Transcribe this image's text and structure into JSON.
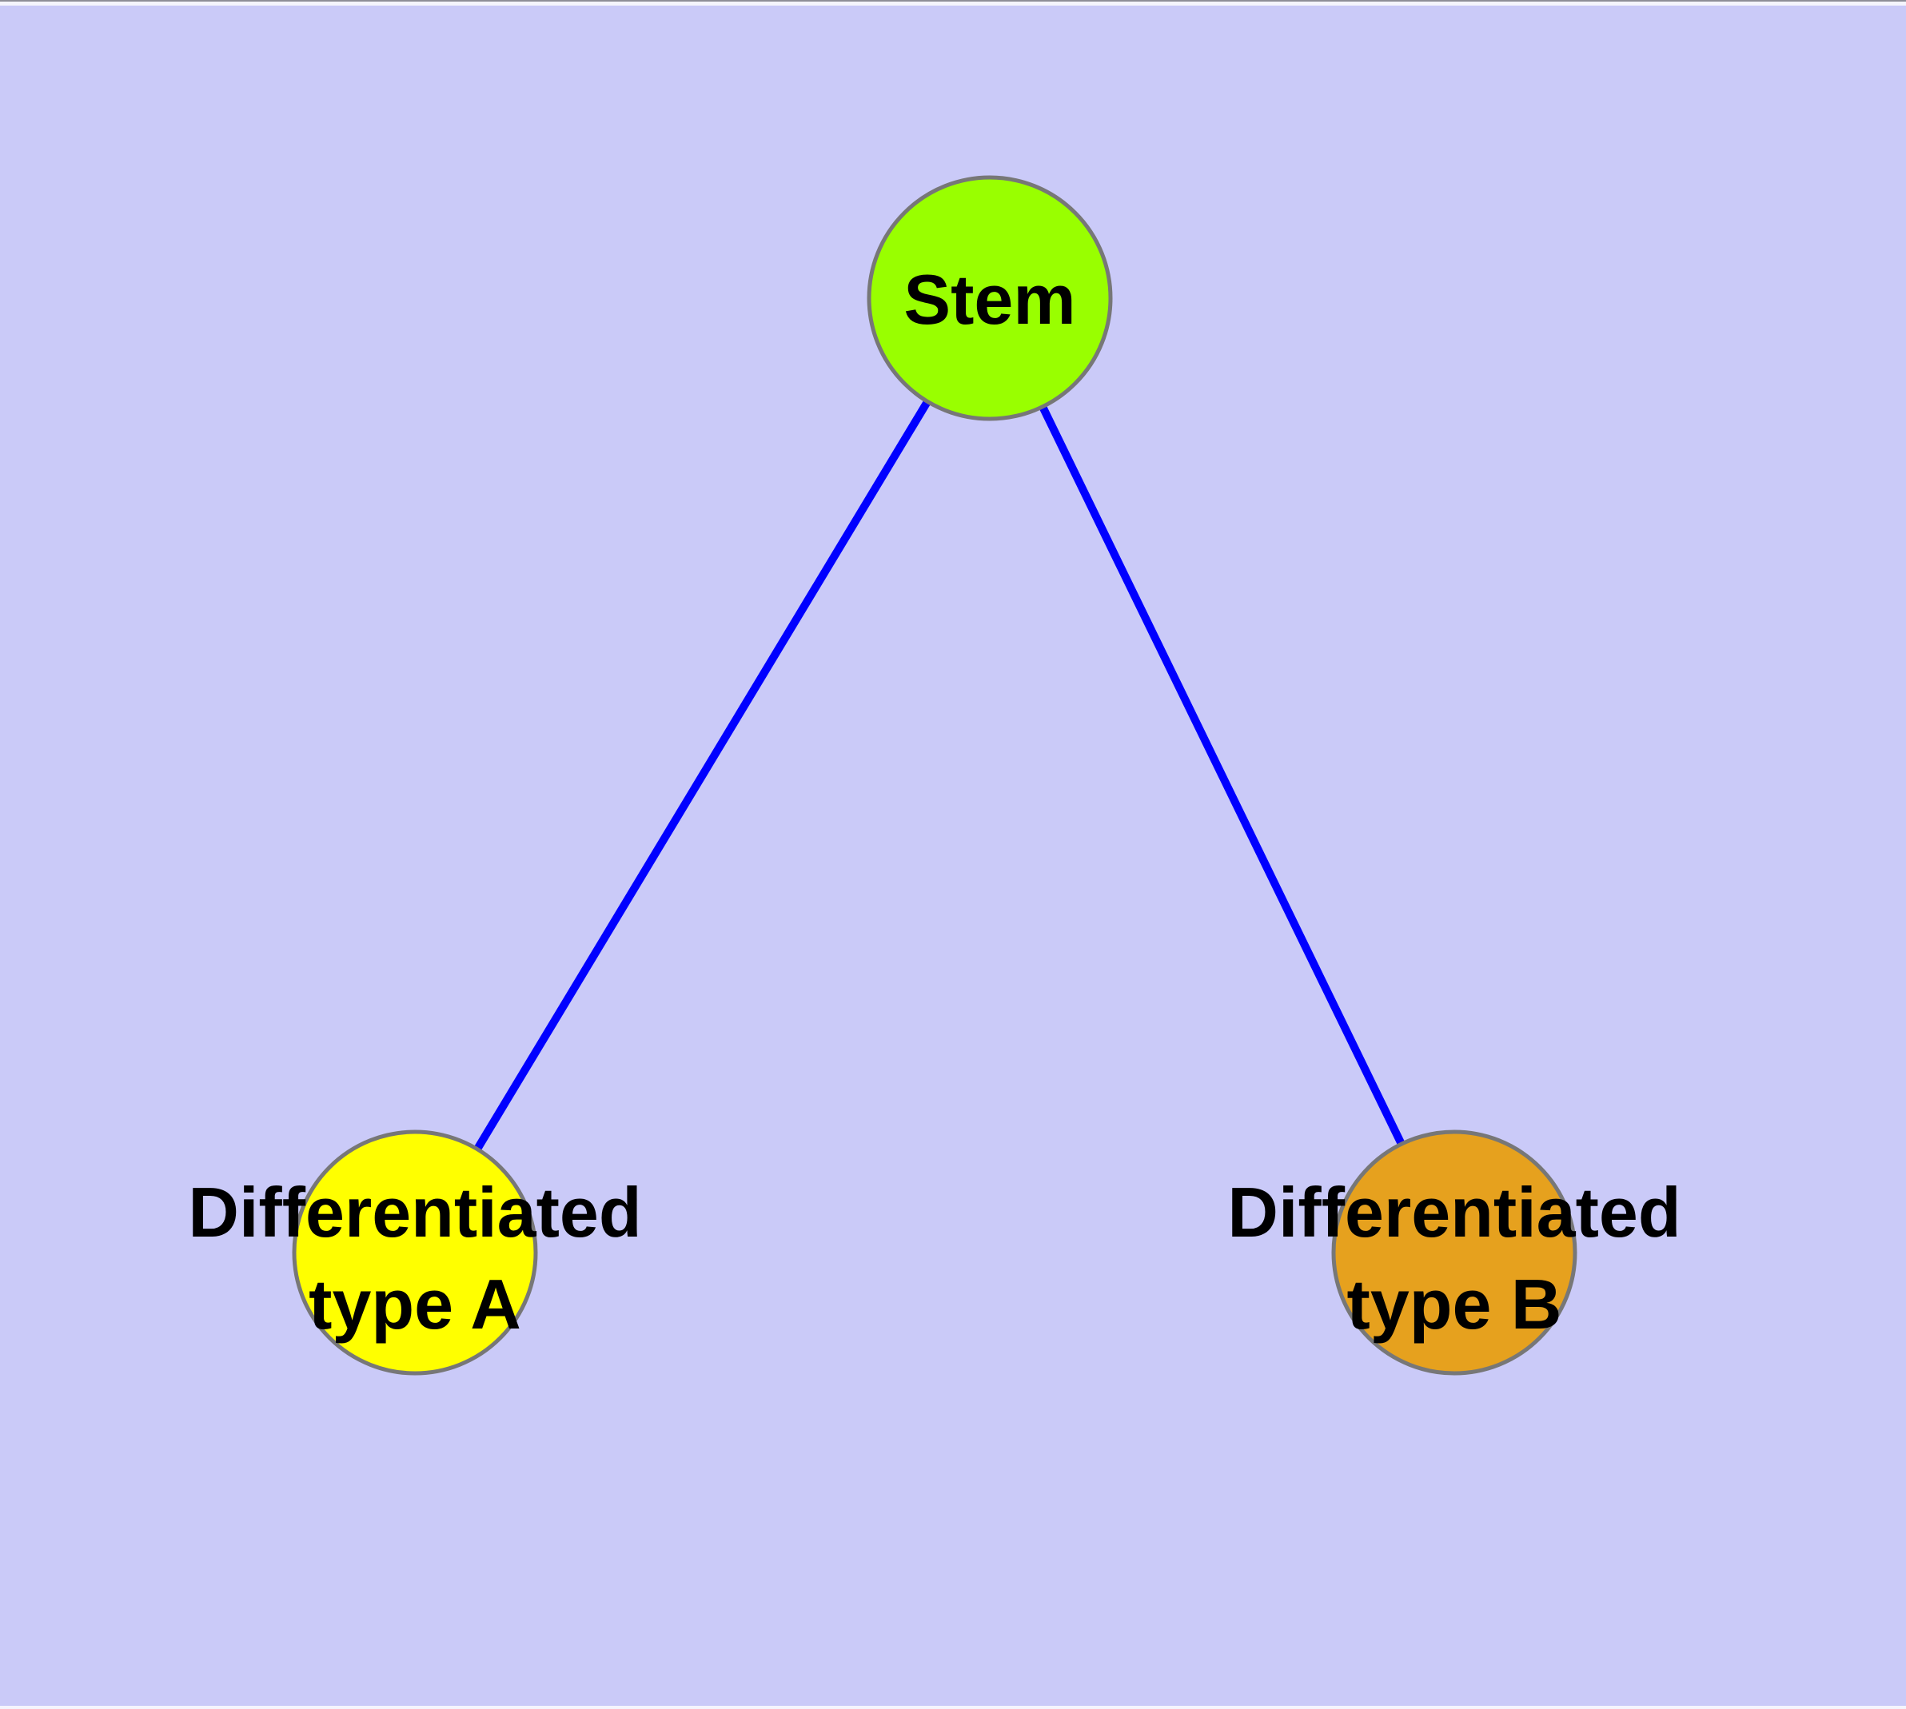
{
  "colors": {
    "background": "#CACAF8",
    "edge": "#0000FF",
    "node_border": "#777777",
    "text": "#000000",
    "top_hairline": "#8F8F98",
    "edge_strip": "#F5F5FD"
  },
  "nodes": {
    "stem": {
      "label": "Stem",
      "fill": "#99FF00"
    },
    "type_a": {
      "label_line1": "Differentiated",
      "label_line2": "type A",
      "fill": "#FFFF00"
    },
    "type_b": {
      "label_line1": "Differentiated",
      "label_line2": "type B",
      "fill": "#E6A11E"
    }
  },
  "edges": [
    {
      "from": "Stem",
      "to": "Differentiated type A"
    },
    {
      "from": "Stem",
      "to": "Differentiated type B"
    }
  ]
}
